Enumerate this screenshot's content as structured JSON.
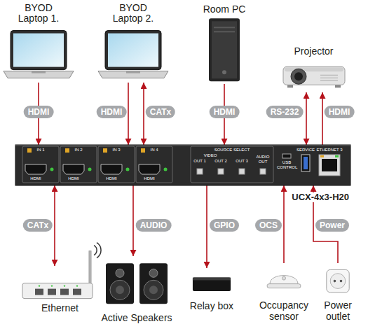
{
  "diagram": {
    "nodes": [
      {
        "text": [
          "BYOD Laptop 1."
        ]
      },
      {
        "text": [
          "BYOD Laptop 2."
        ]
      },
      {
        "text": [
          "Room PC"
        ]
      },
      {
        "text": [
          "Projector"
        ]
      },
      {
        "text": [
          "UCX-4x3-H20"
        ]
      },
      {
        "text": [
          "Ethernet"
        ]
      },
      {
        "text": [
          "Active Speakers"
        ]
      },
      {
        "text": [
          "Relay box"
        ]
      },
      {
        "text": [
          "Occupancy sensor"
        ]
      },
      {
        "text": [
          "Power outlet"
        ]
      }
    ],
    "edges": [
      {
        "from": 0,
        "to": 4,
        "label": "HDMI",
        "arrow": "to"
      },
      {
        "from": 1,
        "to": 4,
        "label": "HDMI",
        "arrow": "to"
      },
      {
        "from": 1,
        "to": 4,
        "label": "CATx",
        "arrow": "both"
      },
      {
        "from": 2,
        "to": 4,
        "label": "HDMI",
        "arrow": "to"
      },
      {
        "from": 3,
        "to": 4,
        "label": "RS-232",
        "arrow": "both"
      },
      {
        "from": 4,
        "to": 3,
        "label": "HDMI",
        "arrow": "to"
      },
      {
        "from": 4,
        "to": 5,
        "label": "CATx",
        "arrow": "both"
      },
      {
        "from": 4,
        "to": 6,
        "label": "AUDIO",
        "arrow": "to"
      },
      {
        "from": 4,
        "to": 7,
        "label": "GPIO",
        "arrow": "to"
      },
      {
        "from": 8,
        "to": 4,
        "label": "OCS",
        "arrow": "to"
      },
      {
        "from": 9,
        "to": 4,
        "label": "Power",
        "arrow": "to"
      }
    ],
    "labels": [
      "IN 1",
      "HDMI",
      "IN 2",
      "HDMI",
      "IN 3",
      "HDMI",
      "IN 4",
      "HDMI",
      "SOURCE SELECT",
      "VIDEO",
      "OUT 1",
      "OUT 2",
      "OUT 3",
      "AUDIO OUT",
      "USB CONTROL",
      "SERVICE",
      "ETHERNET 3"
    ]
  }
}
